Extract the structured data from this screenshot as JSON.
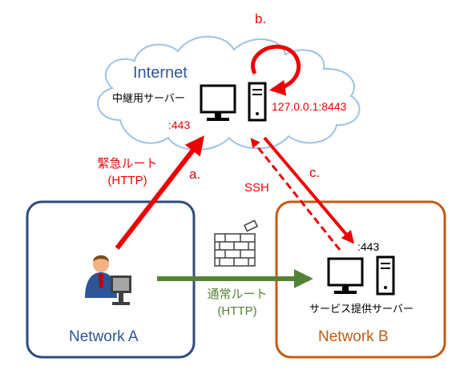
{
  "cloud": {
    "title": "Internet"
  },
  "relay_server": {
    "label": "中継用サーバー",
    "port_label": ":443",
    "local_address": "127.0.0.1:8443"
  },
  "service_server": {
    "label": "サービス提供サーバー",
    "port_label": ":443"
  },
  "network_a": {
    "label": "Network A"
  },
  "network_b": {
    "label": "Network B"
  },
  "routes": {
    "emergency": {
      "line1": "緊急ルート",
      "line2": "(HTTP)",
      "marker": "a."
    },
    "normal": {
      "line1": "通常ルート",
      "line2": "(HTTP)"
    },
    "ssh": {
      "label": "SSH",
      "marker": "c."
    },
    "loopback": {
      "marker": "b."
    }
  },
  "colors": {
    "route_red": "#ee0000",
    "route_green": "#548235",
    "network_a_border": "#2e4a7c",
    "network_b_border": "#c55a11",
    "cloud_stroke": "#9dc3e6"
  }
}
